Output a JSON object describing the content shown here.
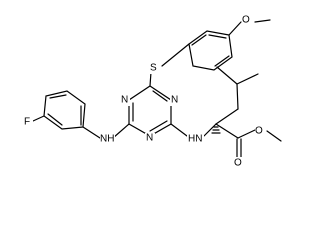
{
  "labels": {
    "o_methoxy": "O",
    "s": "S",
    "n_top": "N",
    "n_mid": "N",
    "n_bottom": "N",
    "f": "F",
    "nh_left": "NH",
    "nh_right": "HN",
    "o_carbonyl": "O",
    "o_ester": "O"
  }
}
